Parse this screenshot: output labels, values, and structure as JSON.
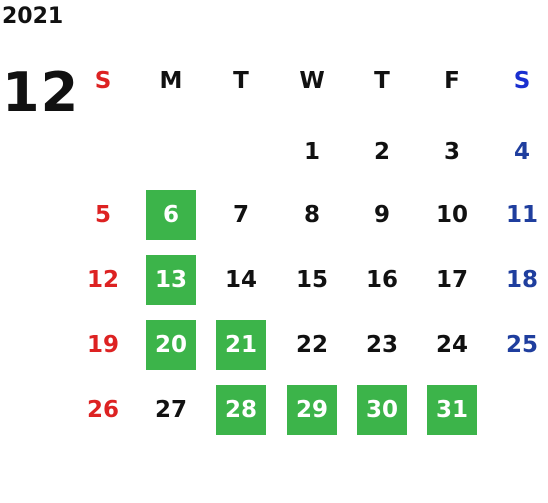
{
  "calendar": {
    "year": "2021",
    "month": "12",
    "weekdays": [
      "S",
      "M",
      "T",
      "W",
      "T",
      "F",
      "S"
    ],
    "colors": {
      "sunday": "#dd2222",
      "saturday": "#1f3e9e",
      "weekday": "#111111",
      "highlight_bg": "#3cb44a",
      "highlight_text": "#ffffff"
    },
    "weeks": [
      [
        {
          "day": "",
          "highlight": false
        },
        {
          "day": "",
          "highlight": false
        },
        {
          "day": "",
          "highlight": false
        },
        {
          "day": "1",
          "highlight": false
        },
        {
          "day": "2",
          "highlight": false
        },
        {
          "day": "3",
          "highlight": false
        },
        {
          "day": "4",
          "highlight": false
        }
      ],
      [
        {
          "day": "5",
          "highlight": false
        },
        {
          "day": "6",
          "highlight": true
        },
        {
          "day": "7",
          "highlight": false
        },
        {
          "day": "8",
          "highlight": false
        },
        {
          "day": "9",
          "highlight": false
        },
        {
          "day": "10",
          "highlight": false
        },
        {
          "day": "11",
          "highlight": false
        }
      ],
      [
        {
          "day": "12",
          "highlight": false
        },
        {
          "day": "13",
          "highlight": true
        },
        {
          "day": "14",
          "highlight": false
        },
        {
          "day": "15",
          "highlight": false
        },
        {
          "day": "16",
          "highlight": false
        },
        {
          "day": "17",
          "highlight": false
        },
        {
          "day": "18",
          "highlight": false
        }
      ],
      [
        {
          "day": "19",
          "highlight": false
        },
        {
          "day": "20",
          "highlight": true
        },
        {
          "day": "21",
          "highlight": true
        },
        {
          "day": "22",
          "highlight": false
        },
        {
          "day": "23",
          "highlight": false
        },
        {
          "day": "24",
          "highlight": false
        },
        {
          "day": "25",
          "highlight": false
        }
      ],
      [
        {
          "day": "26",
          "highlight": false
        },
        {
          "day": "27",
          "highlight": false
        },
        {
          "day": "28",
          "highlight": true
        },
        {
          "day": "29",
          "highlight": true
        },
        {
          "day": "30",
          "highlight": true
        },
        {
          "day": "31",
          "highlight": true
        },
        {
          "day": "",
          "highlight": false
        }
      ]
    ]
  }
}
